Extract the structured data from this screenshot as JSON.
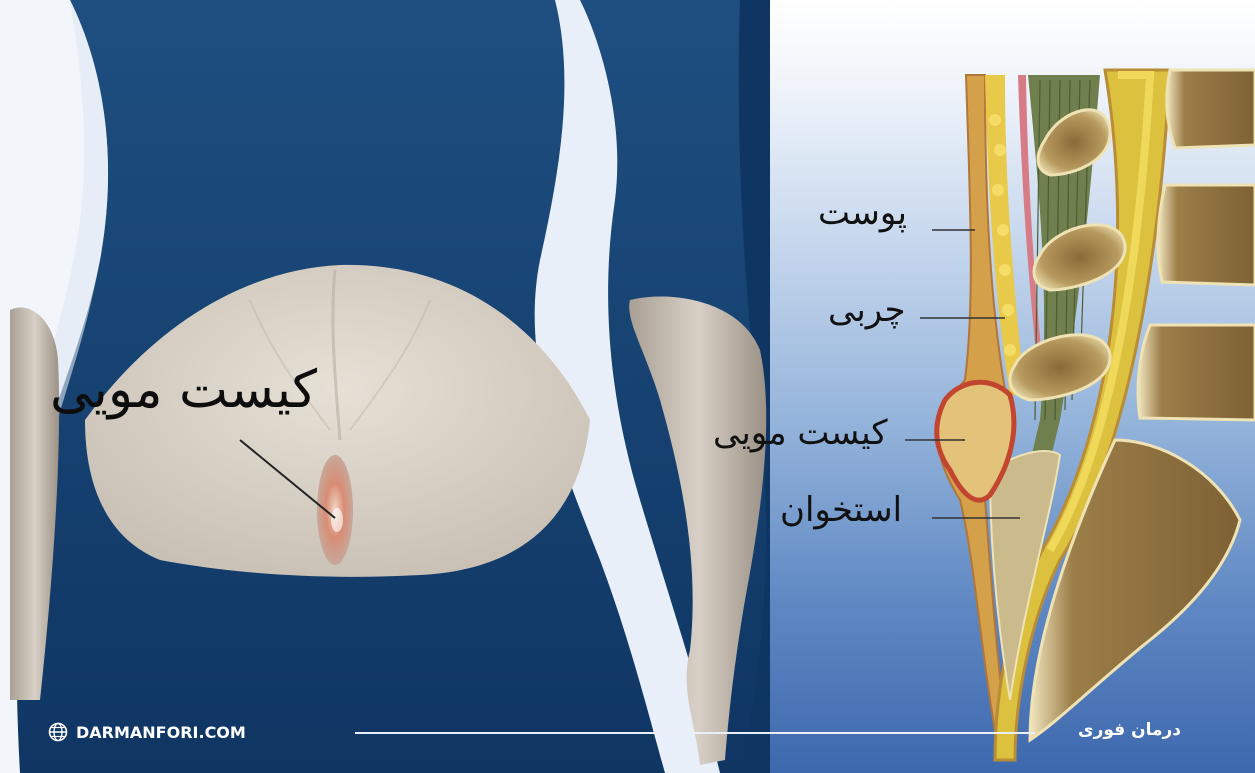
{
  "labels": {
    "main_label": "کیست مویی",
    "skin": "پوست",
    "fat": "چربی",
    "cyst": "کیست مویی",
    "bone": "استخوان"
  },
  "footer": {
    "globe_icon": "globe-icon",
    "website": "DARMANFORI.COM",
    "brand": "درمان فوری"
  },
  "colors": {
    "garment_blue": "#123c6b",
    "skin": "#d8d0c4",
    "fat_yellow": "#e8c94a",
    "bone": "#d9c48a",
    "cyst": "#e3c27a",
    "accent_white": "#ffffff"
  }
}
